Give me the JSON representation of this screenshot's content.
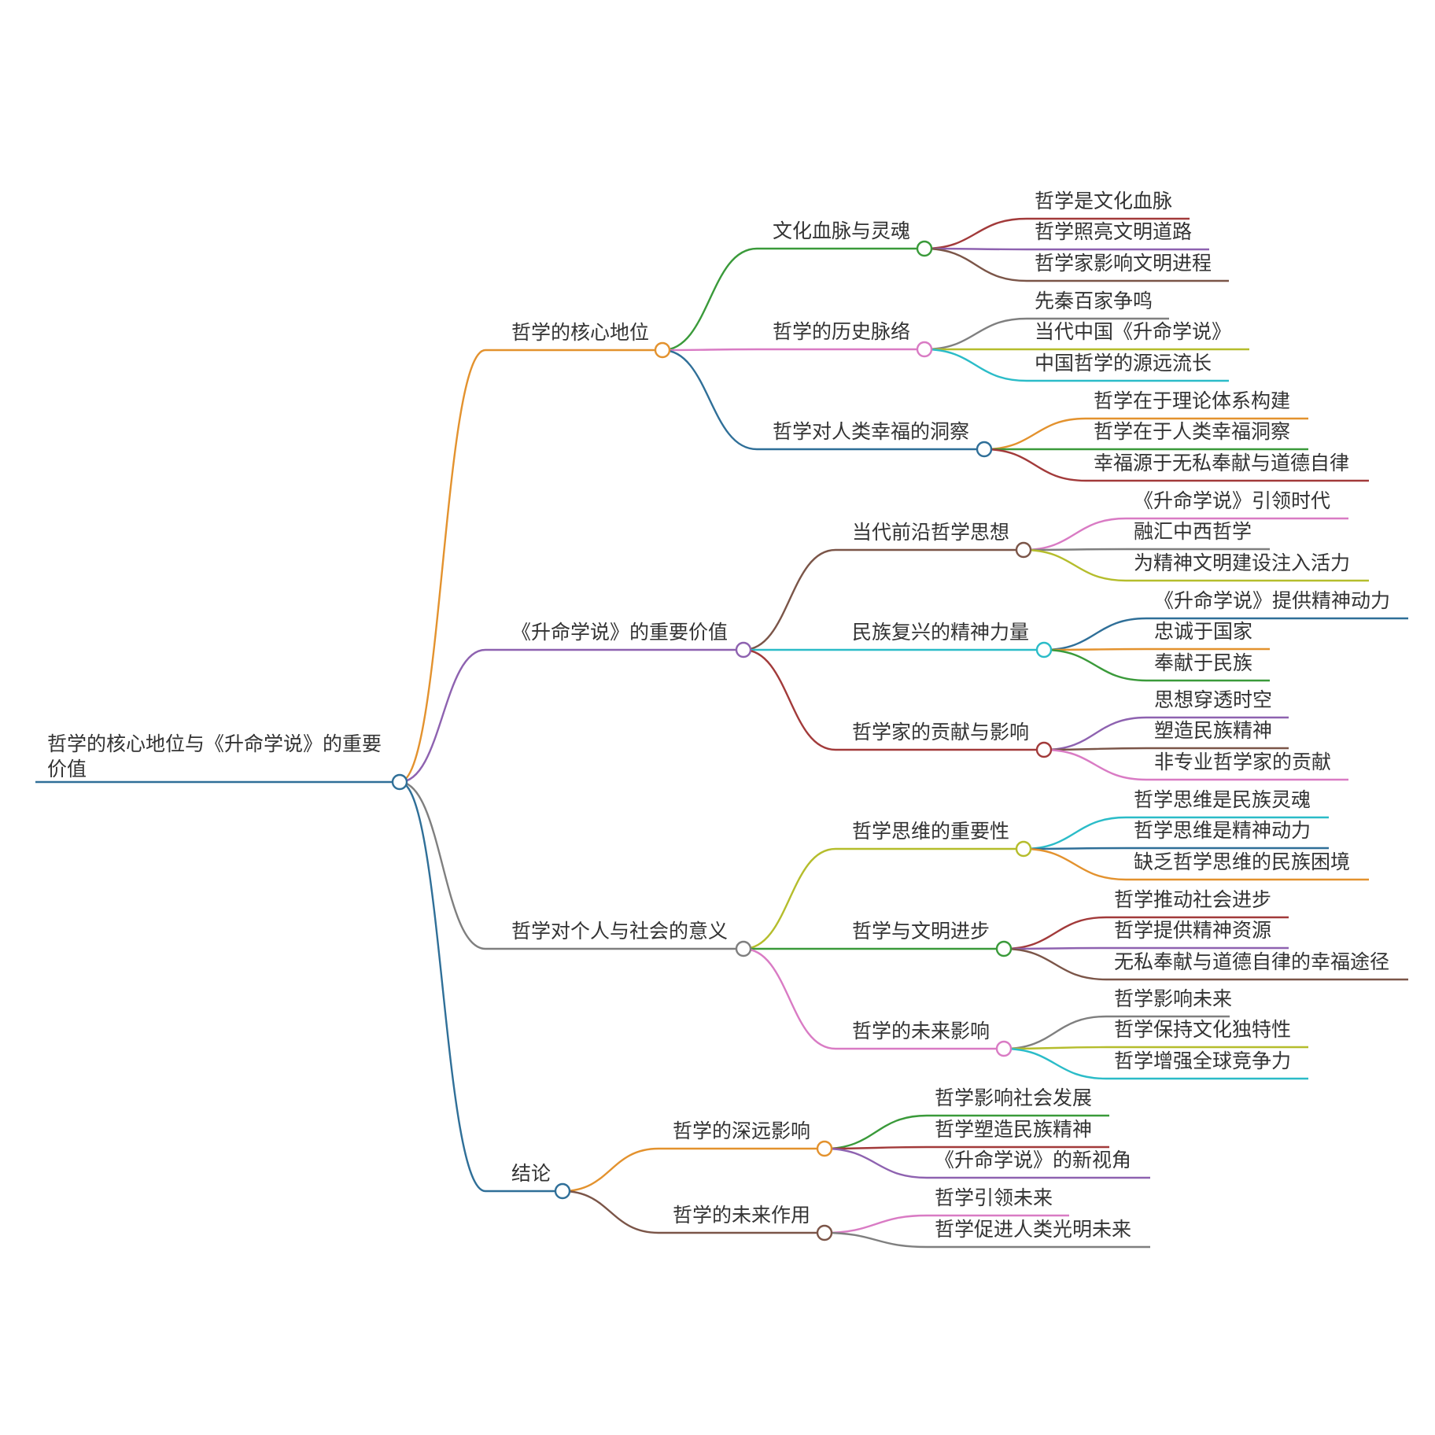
{
  "root": {
    "lines": [
      "哲学的核心地位与《升命学说》的重要",
      "价值"
    ],
    "color": "#2f6f98"
  },
  "branches": [
    {
      "label": "哲学的核心地位",
      "color": "#e3922e",
      "children": [
        {
          "label": "文化血脉与灵魂",
          "color": "#3a9a3a",
          "leaves": [
            {
              "label": "哲学是文化血脉",
              "color": "#a23a3a"
            },
            {
              "label": "哲学照亮文明道路",
              "color": "#8e62b0"
            },
            {
              "label": "哲学家影响文明进程",
              "color": "#7b5548"
            }
          ]
        },
        {
          "label": "哲学的历史脉络",
          "color": "#d97bc4",
          "leaves": [
            {
              "label": "先秦百家争鸣",
              "color": "#7f7f7f"
            },
            {
              "label": "当代中国《升命学说》",
              "color": "#b5bd2c"
            },
            {
              "label": "中国哲学的源远流长",
              "color": "#2bbcc8"
            }
          ]
        },
        {
          "label": "哲学对人类幸福的洞察",
          "color": "#2f6f98",
          "leaves": [
            {
              "label": "哲学在于理论体系构建",
              "color": "#e3922e"
            },
            {
              "label": "哲学在于人类幸福洞察",
              "color": "#3a9a3a"
            },
            {
              "label": "幸福源于无私奉献与道德自律",
              "color": "#a23a3a"
            }
          ]
        }
      ]
    },
    {
      "label": "《升命学说》的重要价值",
      "color": "#8e62b0",
      "children": [
        {
          "label": "当代前沿哲学思想",
          "color": "#7b5548",
          "leaves": [
            {
              "label": "《升命学说》引领时代",
              "color": "#d97bc4"
            },
            {
              "label": "融汇中西哲学",
              "color": "#7f7f7f"
            },
            {
              "label": "为精神文明建设注入活力",
              "color": "#b5bd2c"
            }
          ]
        },
        {
          "label": "民族复兴的精神力量",
          "color": "#2bbcc8",
          "leaves": [
            {
              "label": "《升命学说》提供精神动力",
              "color": "#2f6f98"
            },
            {
              "label": "忠诚于国家",
              "color": "#e3922e"
            },
            {
              "label": "奉献于民族",
              "color": "#3a9a3a"
            }
          ]
        },
        {
          "label": "哲学家的贡献与影响",
          "color": "#a23a3a",
          "leaves": [
            {
              "label": "思想穿透时空",
              "color": "#8e62b0"
            },
            {
              "label": "塑造民族精神",
              "color": "#7b5548"
            },
            {
              "label": "非专业哲学家的贡献",
              "color": "#d97bc4"
            }
          ]
        }
      ]
    },
    {
      "label": "哲学对个人与社会的意义",
      "color": "#7f7f7f",
      "children": [
        {
          "label": "哲学思维的重要性",
          "color": "#b5bd2c",
          "leaves": [
            {
              "label": "哲学思维是民族灵魂",
              "color": "#2bbcc8"
            },
            {
              "label": "哲学思维是精神动力",
              "color": "#2f6f98"
            },
            {
              "label": "缺乏哲学思维的民族困境",
              "color": "#e3922e"
            }
          ]
        },
        {
          "label": "哲学与文明进步",
          "color": "#3a9a3a",
          "leaves": [
            {
              "label": "哲学推动社会进步",
              "color": "#a23a3a"
            },
            {
              "label": "哲学提供精神资源",
              "color": "#8e62b0"
            },
            {
              "label": "无私奉献与道德自律的幸福途径",
              "color": "#7b5548"
            }
          ]
        },
        {
          "label": "哲学的未来影响",
          "color": "#d97bc4",
          "leaves": [
            {
              "label": "哲学影响未来",
              "color": "#7f7f7f"
            },
            {
              "label": "哲学保持文化独特性",
              "color": "#b5bd2c"
            },
            {
              "label": "哲学增强全球竞争力",
              "color": "#2bbcc8"
            }
          ]
        }
      ]
    },
    {
      "label": "结论",
      "color": "#2f6f98",
      "children": [
        {
          "label": "哲学的深远影响",
          "color": "#e3922e",
          "leaves": [
            {
              "label": "哲学影响社会发展",
              "color": "#3a9a3a"
            },
            {
              "label": "哲学塑造民族精神",
              "color": "#a23a3a"
            },
            {
              "label": "《升命学说》的新视角",
              "color": "#8e62b0"
            }
          ]
        },
        {
          "label": "哲学的未来作用",
          "color": "#7b5548",
          "leaves": [
            {
              "label": "哲学引领未来",
              "color": "#d97bc4"
            },
            {
              "label": "哲学促进人类光明未来",
              "color": "#7f7f7f"
            }
          ]
        }
      ]
    }
  ]
}
